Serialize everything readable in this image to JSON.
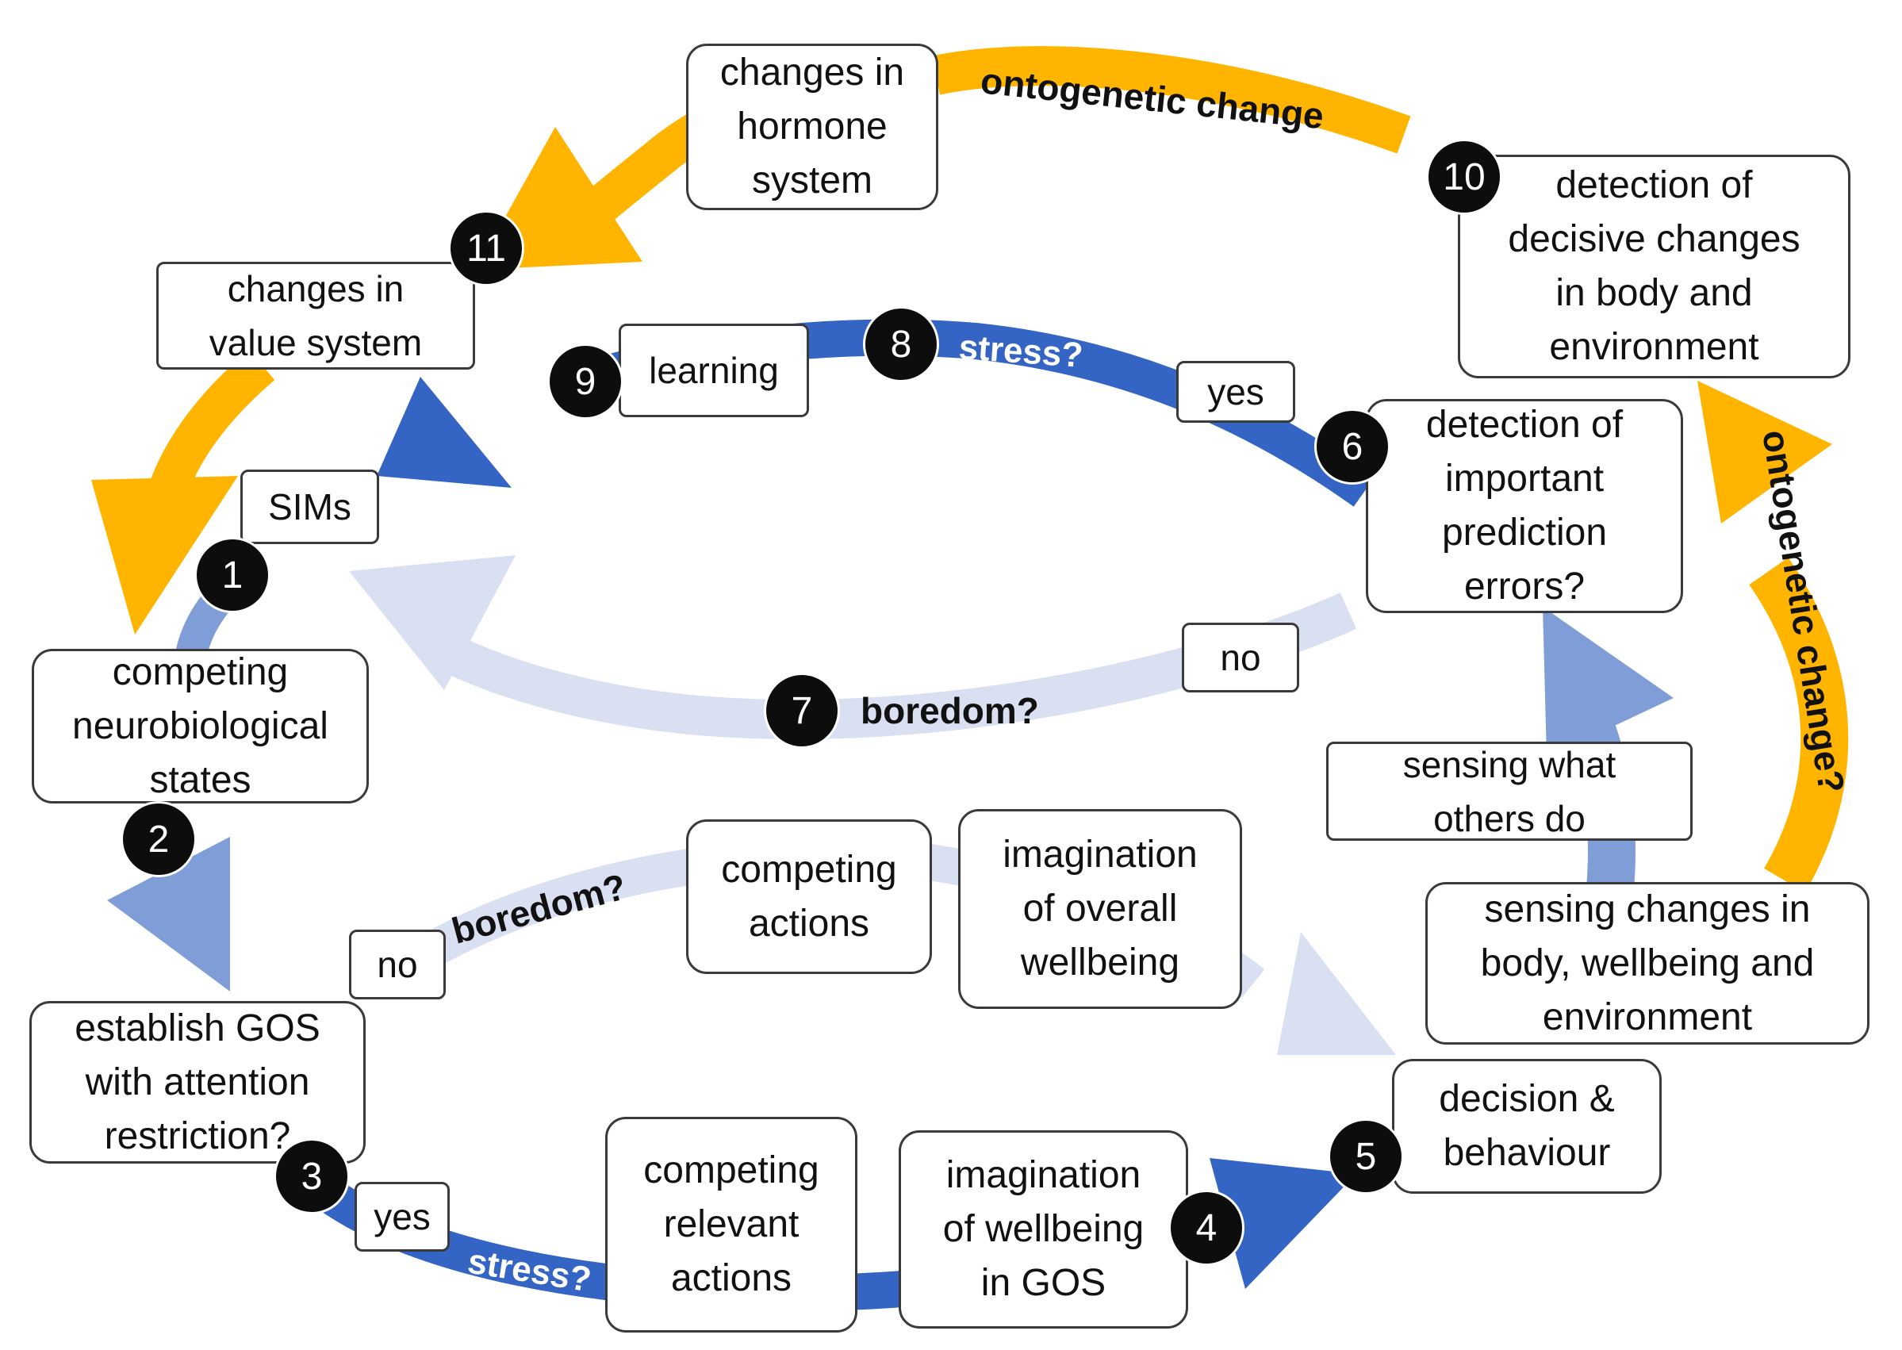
{
  "colors": {
    "orange": "#FFB400",
    "dark_blue": "#3465C4",
    "mid_blue": "#7F9ED8",
    "pale_blue": "#D9E0F2",
    "badge": "#0D0D0D",
    "box_border": "#3A3A3A"
  },
  "nodes": {
    "hormone": "changes in\nhormone\nsystem",
    "value_system": "changes in\nvalue system",
    "detection_decisive": "detection of\ndecisive changes\nin body and\nenvironment",
    "learning": "learning",
    "yes_top": "yes",
    "sims": "SIMs",
    "prediction_errors": "detection of\nimportant\nprediction\nerrors?",
    "no_mid": "no",
    "competing_states": "competing\nneurobiological\nstates",
    "sensing_others": "sensing what\nothers do",
    "competing_actions": "competing\nactions",
    "imagination_overall": "imagination\nof overall\nwellbeing",
    "no_left": "no",
    "sensing_changes": "sensing changes in\nbody, wellbeing and\nenvironment",
    "establish_gos": "establish GOS\nwith attention\nrestriction?",
    "decision": "decision &\nbehaviour",
    "competing_relevant": "competing\nrelevant\nactions",
    "imagination_gos": "imagination\nof wellbeing\nin GOS",
    "yes_bottom": "yes"
  },
  "arrow_labels": {
    "ontogenetic_top": "ontogenetic change",
    "ontogenetic_right": "ontogenetic change?",
    "stress_top": "stress?",
    "stress_bottom": "stress?",
    "boredom_mid": "boredom?",
    "boredom_left": "boredom?"
  },
  "badges": [
    "1",
    "2",
    "3",
    "4",
    "5",
    "6",
    "7",
    "8",
    "9",
    "10",
    "11"
  ]
}
